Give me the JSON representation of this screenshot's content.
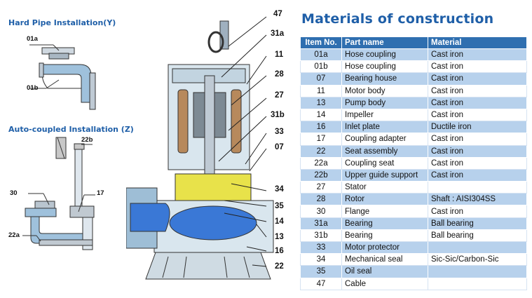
{
  "left": {
    "hard_pipe_title": "Hard Pipe  Installation(Y)",
    "auto_title": "Auto-coupled Installation (Z)",
    "labels": [
      "01a",
      "01b",
      "22b",
      "30",
      "17",
      "22a"
    ]
  },
  "pump_labels": [
    "47",
    "31a",
    "11",
    "28",
    "27",
    "31b",
    "33",
    "07",
    "34",
    "35",
    "14",
    "13",
    "16",
    "22"
  ],
  "table": {
    "title": "Materials of construction",
    "headers": [
      "Item No.",
      "Part name",
      "Material"
    ],
    "rows": [
      [
        "01a",
        "Hose coupling",
        "Cast iron"
      ],
      [
        "01b",
        "Hose coupling",
        "Cast iron"
      ],
      [
        "07",
        "Bearing house",
        "Cast iron"
      ],
      [
        "11",
        "Motor body",
        "Cast iron"
      ],
      [
        "13",
        "Pump body",
        "Cast iron"
      ],
      [
        "14",
        "Impeller",
        "Cast iron"
      ],
      [
        "16",
        "Inlet plate",
        "Ductile iron"
      ],
      [
        "17",
        "Coupling adapter",
        "Cast iron"
      ],
      [
        "22",
        "Seat assembly",
        "Cast iron"
      ],
      [
        "22a",
        "Coupling seat",
        "Cast iron"
      ],
      [
        "22b",
        "Upper guide support",
        "Cast iron"
      ],
      [
        "27",
        "Stator",
        ""
      ],
      [
        "28",
        "Rotor",
        "Shaft : AISI304SS"
      ],
      [
        "30",
        "Flange",
        "Cast iron"
      ],
      [
        "31a",
        "Bearing",
        "Ball bearing"
      ],
      [
        "31b",
        "Bearing",
        "Ball bearing"
      ],
      [
        "33",
        "Motor protector",
        ""
      ],
      [
        "34",
        "Mechanical seal",
        "Sic-Sic/Carbon-Sic"
      ],
      [
        "35",
        "Oil seal",
        ""
      ],
      [
        "47",
        "Cable",
        ""
      ]
    ]
  }
}
